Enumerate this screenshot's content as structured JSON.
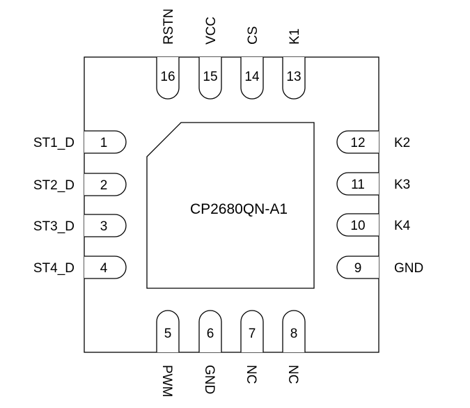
{
  "chip_name": "CP2680QN-A1",
  "pins": {
    "left": [
      {
        "number": "1",
        "name": "ST1_D"
      },
      {
        "number": "2",
        "name": "ST2_D"
      },
      {
        "number": "3",
        "name": "ST3_D"
      },
      {
        "number": "4",
        "name": "ST4_D"
      }
    ],
    "bottom": [
      {
        "number": "5",
        "name": "PWM"
      },
      {
        "number": "6",
        "name": "GND"
      },
      {
        "number": "7",
        "name": "NC"
      },
      {
        "number": "8",
        "name": "NC"
      }
    ],
    "right": [
      {
        "number": "9",
        "name": "GND"
      },
      {
        "number": "10",
        "name": "K4"
      },
      {
        "number": "11",
        "name": "K3"
      },
      {
        "number": "12",
        "name": "K2"
      }
    ],
    "top": [
      {
        "number": "13",
        "name": "K1"
      },
      {
        "number": "14",
        "name": "CS"
      },
      {
        "number": "15",
        "name": "VCC"
      },
      {
        "number": "16",
        "name": "RSTN"
      }
    ]
  }
}
